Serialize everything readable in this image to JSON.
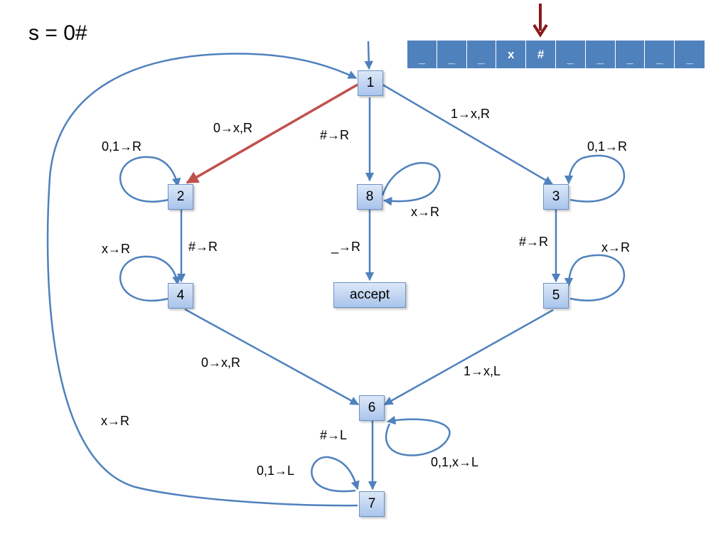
{
  "title": "s = 0#",
  "tape": [
    "_",
    "_",
    "_",
    "x",
    "#",
    "_",
    "_",
    "_",
    "_",
    "_"
  ],
  "states": {
    "s1": "1",
    "s2": "2",
    "s3": "3",
    "s4": "4",
    "s5": "5",
    "s6": "6",
    "s7": "7",
    "s8": "8",
    "accept": "accept"
  },
  "transitions": {
    "t1_2": "0→x,R",
    "t1_8": "#→R",
    "t1_3": "1→x,R",
    "loop2": "0,1→R",
    "loop3": "0,1→R",
    "loop8": "x→R",
    "t2_4": "#→R",
    "t3_5": "#→R",
    "t8_accept": "_→R",
    "loop4": "x→R",
    "loop5": "x→R",
    "t4_6": "0→x,R",
    "t5_6": "1→x,L",
    "t6_7": "#→L",
    "loop6": "0,1,x→L",
    "loop7": "0,1→L",
    "t7_1": "x→R"
  },
  "colors": {
    "edge": "#4f81bd",
    "active_edge": "#c0504d",
    "tape": "#4f81bd",
    "head": "#8b1a1a"
  }
}
